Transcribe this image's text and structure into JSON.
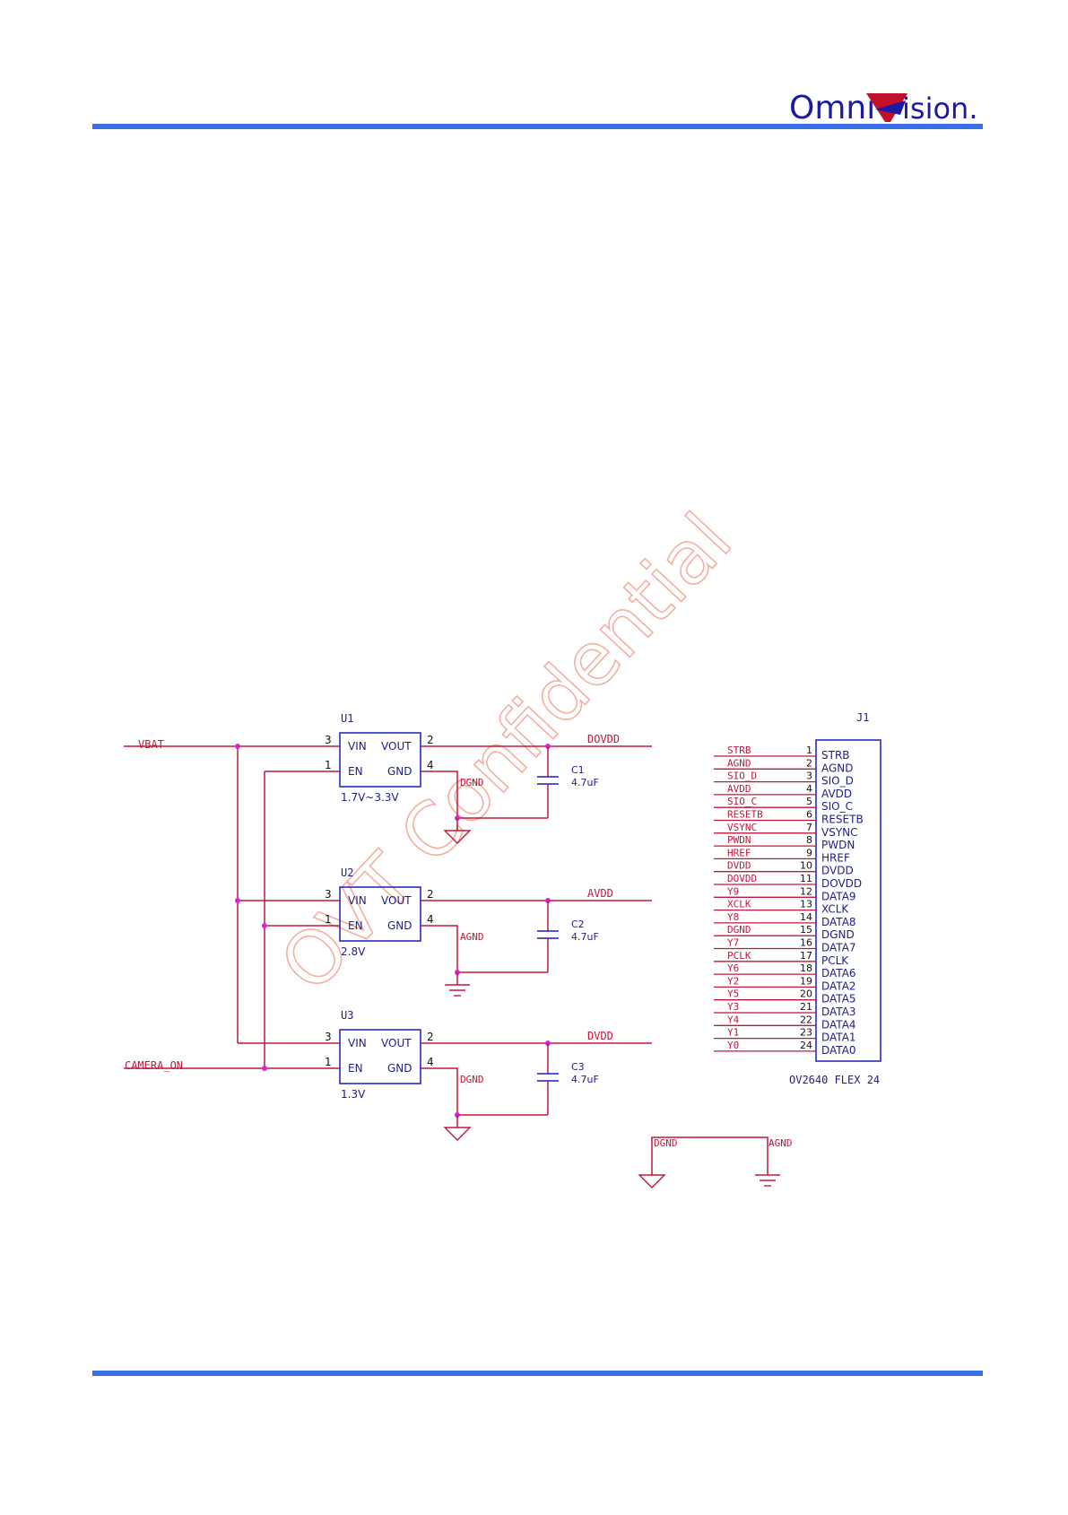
{
  "header": {
    "logo_text_left": "Omni",
    "logo_text_right": "ision.",
    "colors": {
      "rule": "#3a6fe6",
      "logo_blue": "#1a1aa8",
      "logo_red": "#c0102a"
    }
  },
  "watermark": {
    "text": "OVT Confidential",
    "color": "#f2b0a0"
  },
  "colors": {
    "wire": "#c0183a",
    "net_label": "#c0183a",
    "component": "#1d1db8",
    "junction": "#e020e0",
    "text": "#1d1d8a"
  },
  "regulators": [
    {
      "ref": "U1",
      "pin_vin": "VIN",
      "pin_vout": "VOUT",
      "pin_en": "EN",
      "pin_gnd": "GND",
      "pin_vin_num": "3",
      "pin_vout_num": "2",
      "pin_en_num": "1",
      "pin_gnd_num": "4",
      "value": "1.7V~3.3V",
      "out_net": "DOVDD",
      "gnd_net": "DGND",
      "cap_ref": "C1",
      "cap_value": "4.7uF"
    },
    {
      "ref": "U2",
      "pin_vin": "VIN",
      "pin_vout": "VOUT",
      "pin_en": "EN",
      "pin_gnd": "GND",
      "pin_vin_num": "3",
      "pin_vout_num": "2",
      "pin_en_num": "1",
      "pin_gnd_num": "4",
      "value": "2.8V",
      "out_net": "AVDD",
      "gnd_net": "AGND",
      "cap_ref": "C2",
      "cap_value": "4.7uF"
    },
    {
      "ref": "U3",
      "pin_vin": "VIN",
      "pin_vout": "VOUT",
      "pin_en": "EN",
      "pin_gnd": "GND",
      "pin_vin_num": "3",
      "pin_vout_num": "2",
      "pin_en_num": "1",
      "pin_gnd_num": "4",
      "value": "1.3V",
      "out_net": "DVDD",
      "gnd_net": "DGND",
      "cap_ref": "C3",
      "cap_value": "4.7uF"
    }
  ],
  "inputs": {
    "vbat": "VBAT",
    "camera_on": "CAMERA_ON"
  },
  "ground_link": {
    "left": "DGND",
    "right": "AGND"
  },
  "connector": {
    "ref": "J1",
    "part": "OV2640 FLEX 24",
    "pins": [
      {
        "num": "1",
        "net": "STRB",
        "name": "STRB"
      },
      {
        "num": "2",
        "net": "AGND",
        "name": "AGND"
      },
      {
        "num": "3",
        "net": "SIO_D",
        "name": "SIO_D"
      },
      {
        "num": "4",
        "net": "AVDD",
        "name": "AVDD"
      },
      {
        "num": "5",
        "net": "SIO_C",
        "name": "SIO_C"
      },
      {
        "num": "6",
        "net": "RESETB",
        "name": "RESETB"
      },
      {
        "num": "7",
        "net": "VSYNC",
        "name": "VSYNC"
      },
      {
        "num": "8",
        "net": "PWDN",
        "name": "PWDN"
      },
      {
        "num": "9",
        "net": "HREF",
        "name": "HREF"
      },
      {
        "num": "10",
        "net": "DVDD",
        "name": "DVDD"
      },
      {
        "num": "11",
        "net": "DOVDD",
        "name": "DOVDD"
      },
      {
        "num": "12",
        "net": "Y9",
        "name": "DATA9"
      },
      {
        "num": "13",
        "net": "XCLK",
        "name": "XCLK"
      },
      {
        "num": "14",
        "net": "Y8",
        "name": "DATA8"
      },
      {
        "num": "15",
        "net": "DGND",
        "name": "DGND"
      },
      {
        "num": "16",
        "net": "Y7",
        "name": "DATA7"
      },
      {
        "num": "17",
        "net": "PCLK",
        "name": "PCLK"
      },
      {
        "num": "18",
        "net": "Y6",
        "name": "DATA6"
      },
      {
        "num": "19",
        "net": "Y2",
        "name": "DATA2"
      },
      {
        "num": "20",
        "net": "Y5",
        "name": "DATA5"
      },
      {
        "num": "21",
        "net": "Y3",
        "name": "DATA3"
      },
      {
        "num": "22",
        "net": "Y4",
        "name": "DATA4"
      },
      {
        "num": "23",
        "net": "Y1",
        "name": "DATA1"
      },
      {
        "num": "24",
        "net": "Y0",
        "name": "DATA0"
      }
    ]
  }
}
